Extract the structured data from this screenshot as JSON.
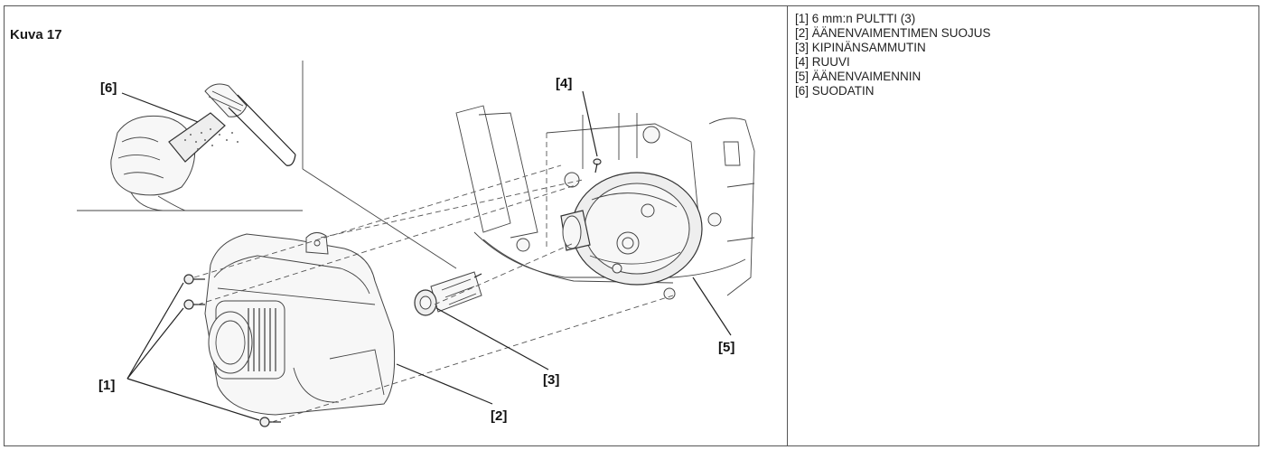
{
  "figure": {
    "title": "Kuva 17",
    "callouts": {
      "c1": "[1]",
      "c2": "[2]",
      "c3": "[3]",
      "c4": "[4]",
      "c5": "[5]",
      "c6": "[6]"
    }
  },
  "legend": {
    "items": [
      "[1] 6 mm:n PULTTI (3)",
      "[2]  ÄÄNENVAIMENTIMEN SUOJUS",
      "[3]  KIPINÄNSAMMUTIN",
      "[4]  RUUVI",
      "[5]  ÄÄNENVAIMENNIN",
      "[6]  SUODATIN"
    ]
  }
}
